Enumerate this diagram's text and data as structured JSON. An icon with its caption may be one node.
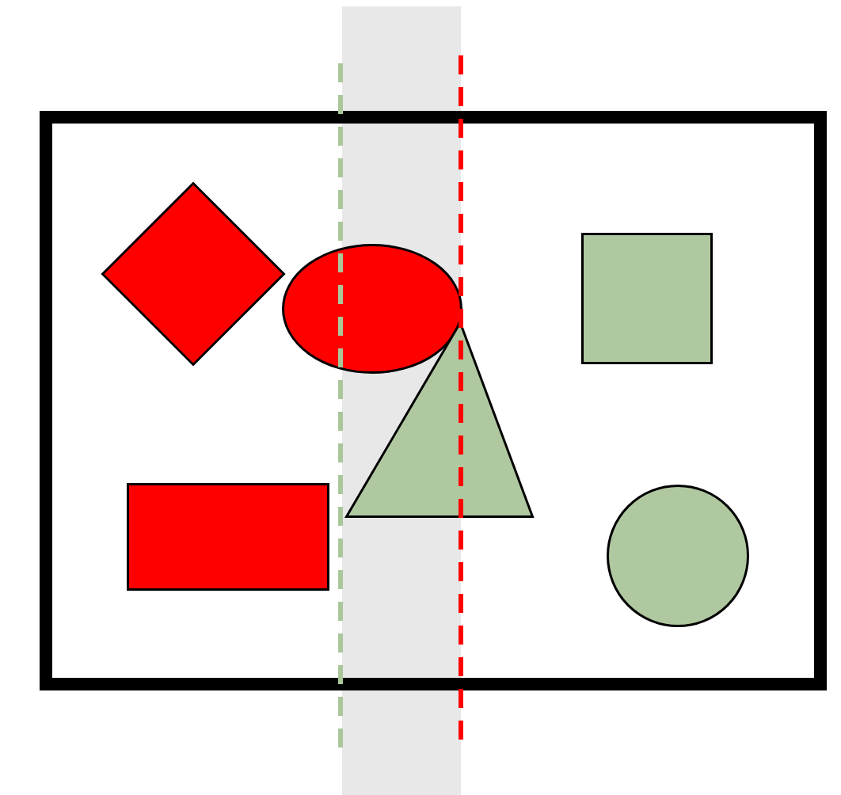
{
  "diagram": {
    "nodes": [
      {
        "text": [],
        "shape": "box"
      },
      {
        "text": [],
        "shape": "diamond",
        "in": 0
      },
      {
        "text": [],
        "shape": "ellipse",
        "in": 0
      },
      {
        "text": [],
        "shape": "box",
        "in": 0
      },
      {
        "text": [],
        "shape": "triangle",
        "in": 0
      },
      {
        "text": [],
        "shape": "box",
        "in": 0
      },
      {
        "text": [],
        "shape": "circle",
        "in": 0
      },
      {
        "text": [],
        "shape": "band"
      }
    ]
  }
}
